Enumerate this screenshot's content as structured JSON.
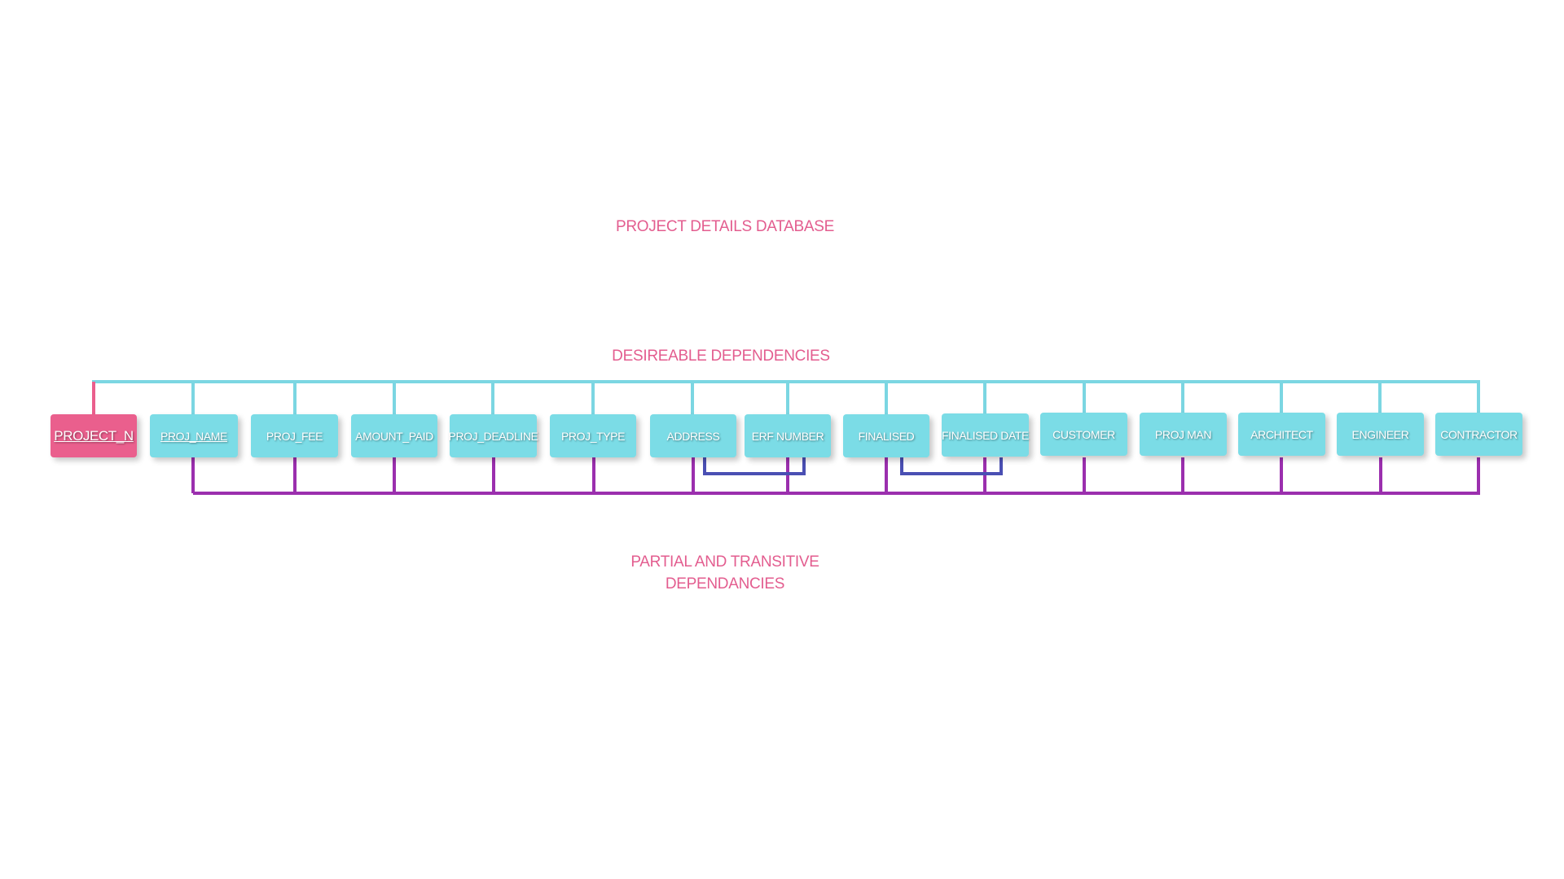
{
  "titles": {
    "main": "PROJECT DETAILS DATABASE",
    "desirable": "DESIREABLE DEPENDENCIES",
    "partial_line1": "PARTIAL AND TRANSITIVE",
    "partial_line2": "DEPENDANCIES"
  },
  "fields": {
    "project_n": "PROJECT_N",
    "proj_name": "PROJ_NAME",
    "proj_fee": "PROJ_FEE",
    "amount_paid": "AMOUNT_PAID",
    "proj_deadline": "PROJ_DEADLINE",
    "proj_type": "PROJ_TYPE",
    "address": "ADDRESS",
    "erf_number": "ERF NUMBER",
    "finalised": "FINALISED",
    "finalised_date": "FINALISED DATE",
    "customer": "CUSTOMER",
    "proj_man": "PROJ MAN",
    "architect": "ARCHITECT",
    "engineer": "ENGINEER",
    "contractor": "CONTRACTOR"
  },
  "colors": {
    "key_box": "#ea5f8d",
    "attribute_box": "#7bdce6",
    "desirable_line": "#7bd6e2",
    "partial_line": "#9b2fae",
    "transitive_link": "#4a4fb3",
    "title_text": "#e35d8f"
  }
}
